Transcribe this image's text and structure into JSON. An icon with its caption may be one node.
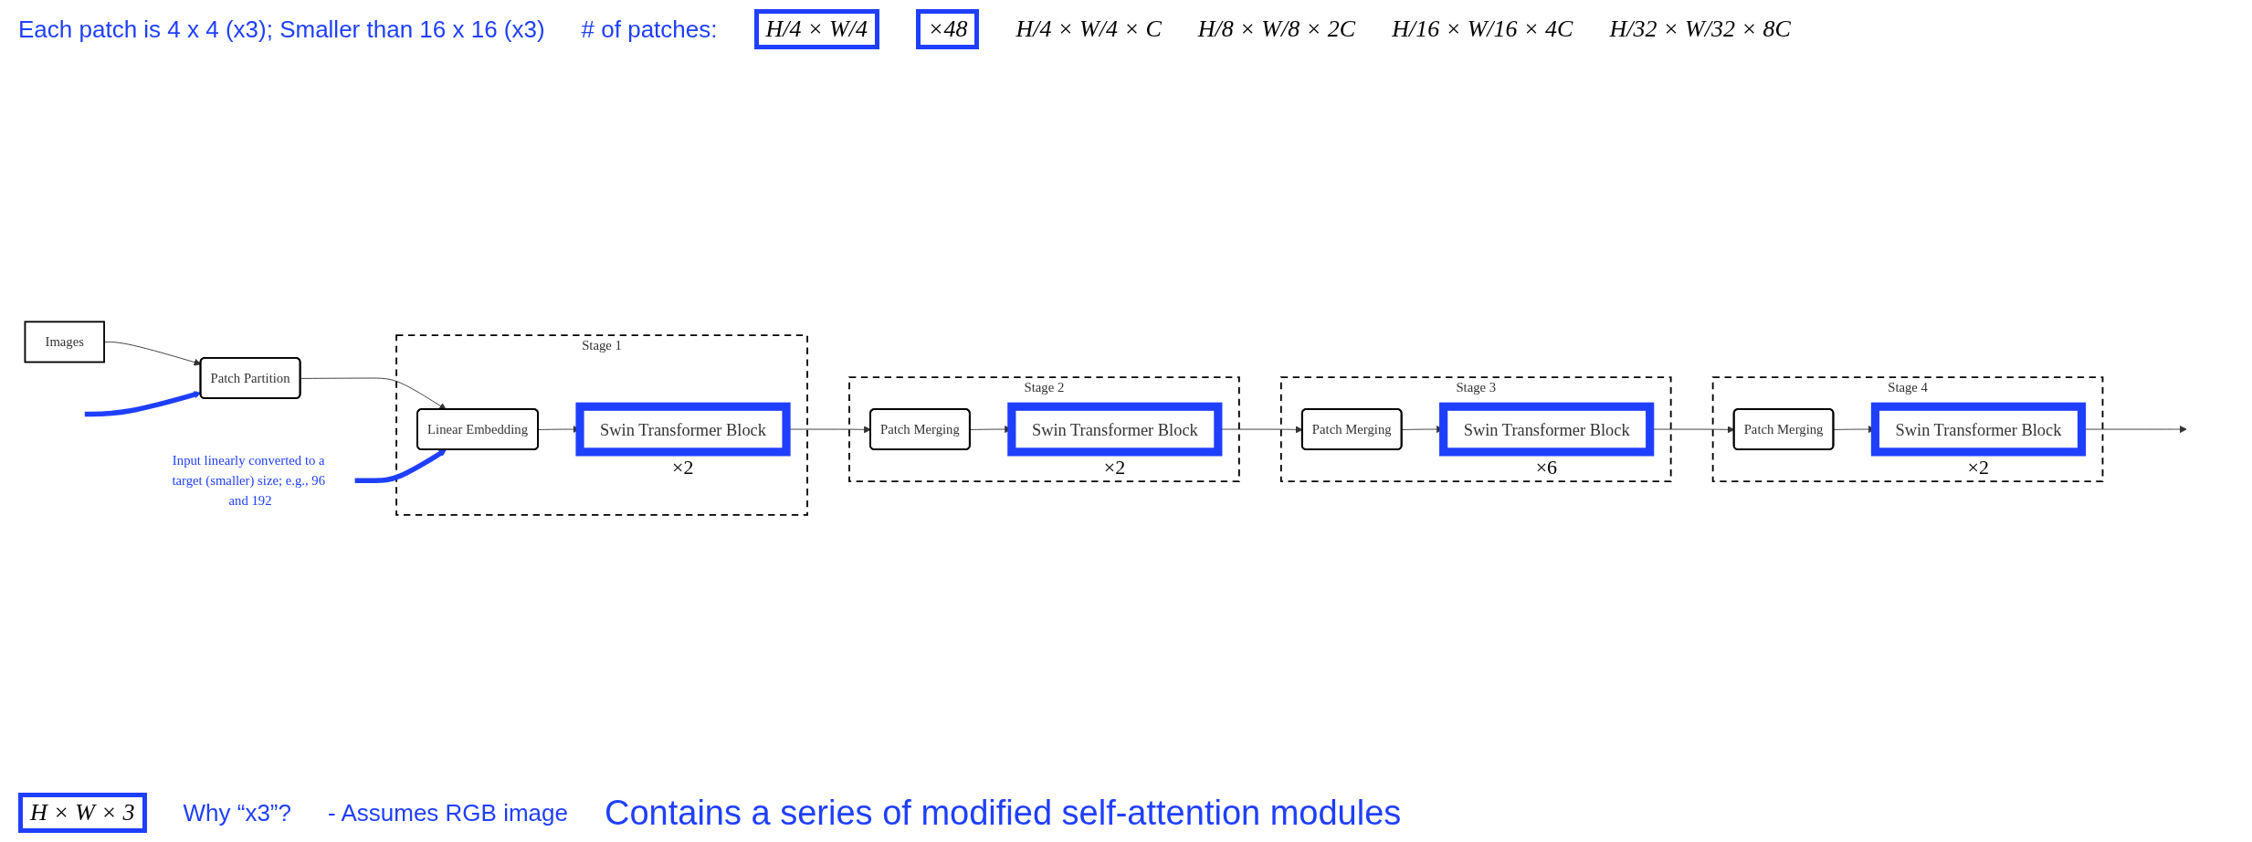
{
  "diagram": {
    "nodes": [
      {
        "text": [
          "Images"
        ]
      },
      {
        "text": [
          "Patch Partition"
        ]
      },
      {
        "text": [
          "Stage 1"
        ]
      },
      {
        "text": [
          "Linear Embedding"
        ],
        "in": 2
      },
      {
        "text": [
          "Swin Transformer Block"
        ],
        "in": 2,
        "beside": [
          "×2"
        ]
      },
      {
        "text": [
          "Stage 2"
        ]
      },
      {
        "text": [
          "Patch Merging"
        ],
        "in": 5
      },
      {
        "text": [
          "Swin Transformer Block"
        ],
        "in": 5,
        "beside": [
          "×2"
        ]
      },
      {
        "text": [
          "Stage 3"
        ]
      },
      {
        "text": [
          "Patch Merging"
        ],
        "in": 8
      },
      {
        "text": [
          "Swin Transformer Block"
        ],
        "in": 8,
        "beside": [
          "×6"
        ]
      },
      {
        "text": [
          "Stage 4"
        ]
      },
      {
        "text": [
          "Patch Merging"
        ],
        "in": 11
      },
      {
        "text": [
          "Swin Transformer Block"
        ],
        "in": 11,
        "beside": [
          "×2"
        ]
      },
      {
        "text": [
          "Input linearly converted to a target (smaller) size; e.g., 96 and 192"
        ]
      }
    ],
    "edges": [
      {
        "from": 0,
        "to": 1,
        "arrow": "to"
      },
      {
        "from": 1,
        "to": 3,
        "arrow": "to"
      },
      {
        "from": 3,
        "to": 4,
        "arrow": "to"
      },
      {
        "from": 4,
        "to": 6,
        "arrow": "to"
      },
      {
        "from": 6,
        "to": 7,
        "arrow": "to"
      },
      {
        "from": 7,
        "to": 9,
        "arrow": "to"
      },
      {
        "from": 9,
        "to": 10,
        "arrow": "to"
      },
      {
        "from": 10,
        "to": 12,
        "arrow": "to"
      },
      {
        "from": 12,
        "to": 13,
        "arrow": "to"
      },
      {
        "from": 13,
        "to": null,
        "arrow": "to"
      },
      {
        "from": 14,
        "to": 3,
        "arrow": "to",
        "style": "thick",
        "color": "#1f3fff"
      },
      {
        "from": null,
        "to": 1,
        "arrow": "to",
        "style": "thick",
        "color": "#1f3fff"
      }
    ],
    "labels": [
      "Each patch is 4 x 4 (x3); Smaller than 16 x 16 (x3)",
      "# of patches:",
      "H/4 × W/4",
      "×48",
      "H/4 × W/4 × C",
      "H/8 × W/8 × 2C",
      "H/16 × W/16 × 4C",
      "H/32 × W/32 × 8C",
      "H × W × 3",
      "Why “x3”?",
      "- Assumes RGB image",
      "Contains a series of modified self-attention modules"
    ]
  }
}
